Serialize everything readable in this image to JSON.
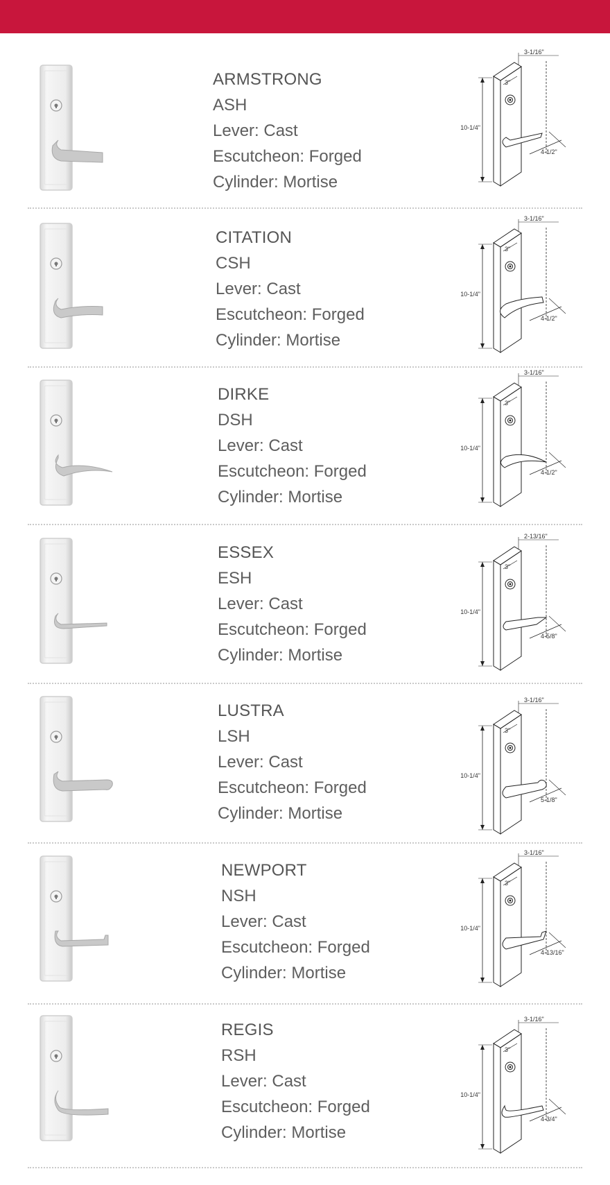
{
  "header": {
    "color": "#c8163c"
  },
  "spec_labels": {
    "lever_prefix": "Lever: ",
    "escutcheon_prefix": "Escutcheon: ",
    "cylinder_prefix": "Cylinder: "
  },
  "products": [
    {
      "name": "ARMSTRONG",
      "code": "ASH",
      "lever": "Lever: Cast",
      "escutcheon": "Escutcheon: Forged",
      "cylinder": "Cylinder: Mortise",
      "dims": {
        "offset": "3-1/16\"",
        "width": "3\"",
        "height": "10-1/4\"",
        "projection": "4-1/2\""
      },
      "lever_style": "armstrong"
    },
    {
      "name": "CITATION",
      "code": "CSH",
      "lever": "Lever: Cast",
      "escutcheon": "Escutcheon: Forged",
      "cylinder": "Cylinder: Mortise",
      "dims": {
        "offset": "3-1/16\"",
        "width": "3\"",
        "height": "10-1/4\"",
        "projection": "4-1/2\""
      },
      "lever_style": "citation"
    },
    {
      "name": "DIRKE",
      "code": "DSH",
      "lever": "Lever: Cast",
      "escutcheon": "Escutcheon: Forged",
      "cylinder": "Cylinder: Mortise",
      "dims": {
        "offset": "3-1/16\"",
        "width": "3\"",
        "height": "10-1/4\"",
        "projection": "4-1/2\""
      },
      "lever_style": "dirke"
    },
    {
      "name": "ESSEX",
      "code": "ESH",
      "lever": "Lever: Cast",
      "escutcheon": "Escutcheon: Forged",
      "cylinder": "Cylinder: Mortise",
      "dims": {
        "offset": "2-13/16\"",
        "width": "3\"",
        "height": "10-1/4\"",
        "projection": "4-5/8\""
      },
      "lever_style": "essex"
    },
    {
      "name": "LUSTRA",
      "code": "LSH",
      "lever": "Lever: Cast",
      "escutcheon": "Escutcheon: Forged",
      "cylinder": "Cylinder: Mortise",
      "dims": {
        "offset": "3-1/16\"",
        "width": "3\"",
        "height": "10-1/4\"",
        "projection": "5-1/8\""
      },
      "lever_style": "lustra"
    },
    {
      "name": "NEWPORT",
      "code": "NSH",
      "lever": "Lever: Cast",
      "escutcheon": "Escutcheon: Forged",
      "cylinder": "Cylinder: Mortise",
      "dims": {
        "offset": "3-1/16\"",
        "width": "3\"",
        "height": "10-1/4\"",
        "projection": "4-13/16\""
      },
      "lever_style": "newport"
    },
    {
      "name": "REGIS",
      "code": "RSH",
      "lever": "Lever: Cast",
      "escutcheon": "Escutcheon: Forged",
      "cylinder": "Cylinder: Mortise",
      "dims": {
        "offset": "3-1/16\"",
        "width": "3\"",
        "height": "10-1/4\"",
        "projection": "4-3/4\""
      },
      "lever_style": "regis"
    }
  ]
}
